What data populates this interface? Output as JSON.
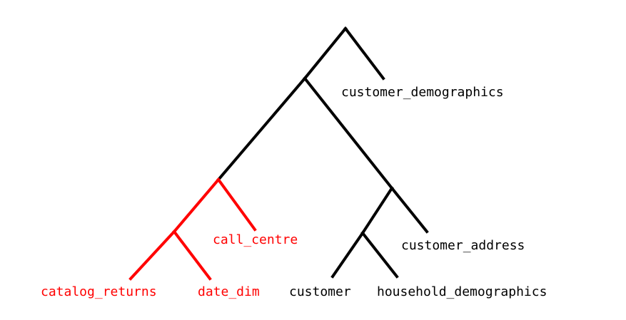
{
  "colors": {
    "default": "#000000",
    "highlight": "#ff0000"
  },
  "leaves": {
    "customer_demographics": "customer_demographics",
    "customer_address": "customer_address",
    "call_centre": "call_centre",
    "catalog_returns": "catalog_returns",
    "date_dim": "date_dim",
    "customer": "customer",
    "household_demographics": "household_demographics"
  },
  "highlighted": [
    "call_centre",
    "catalog_returns",
    "date_dim"
  ]
}
